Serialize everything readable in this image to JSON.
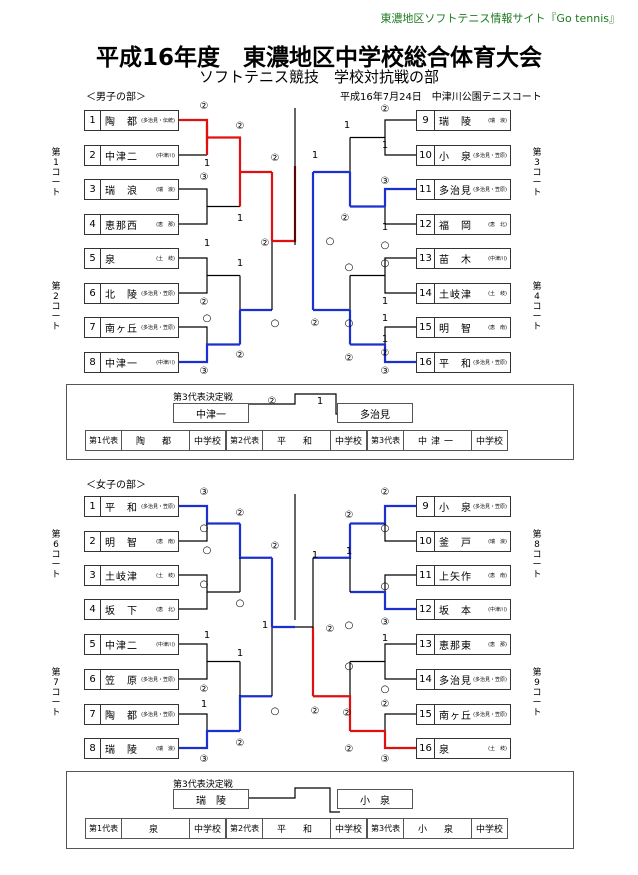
{
  "site_label": "東濃地区ソフトテニス情報サイト『Go tennis』",
  "title": "平成16年度　東濃地区中学校総合体育大会",
  "subtitle": "ソフトテニス競技　学校対抗戦の部",
  "date_venue": "平成16年7月24日　中津川公園テニスコート",
  "colors": {
    "winner_red": "#e01010",
    "winner_blue": "#1a30d0",
    "line": "#000000",
    "site_green": "#1f7a1f"
  },
  "boys": {
    "label": "＜男子の部＞",
    "courts": [
      {
        "text": "第\n1\nコ\nー\nト"
      },
      {
        "text": "第\n2\nコ\nー\nト"
      },
      {
        "text": "第\n3\nコ\nー\nト"
      },
      {
        "text": "第\n4\nコ\nー\nト"
      }
    ],
    "left": [
      {
        "seed": "1",
        "name": "陶　都",
        "sub": "(多治見・伝統)"
      },
      {
        "seed": "2",
        "name": "中津二",
        "sub": "(中津川)"
      },
      {
        "seed": "3",
        "name": "瑞　浪",
        "sub": "(瑞　浪)"
      },
      {
        "seed": "4",
        "name": "恵那西",
        "sub": "(恵　那)"
      },
      {
        "seed": "5",
        "name": "泉",
        "sub": "(土　岐)"
      },
      {
        "seed": "6",
        "name": "北　陵",
        "sub": "(多治見・笠原)"
      },
      {
        "seed": "7",
        "name": "南ヶ丘",
        "sub": "(多治見・笠原)"
      },
      {
        "seed": "8",
        "name": "中津一",
        "sub": "(中津川)"
      }
    ],
    "right": [
      {
        "seed": "9",
        "name": "瑞　陵",
        "sub": "(瑞　浪)"
      },
      {
        "seed": "10",
        "name": "小　泉",
        "sub": "(多治見・笠原)"
      },
      {
        "seed": "11",
        "name": "多治見",
        "sub": "(多治見・笠原)"
      },
      {
        "seed": "12",
        "name": "福　岡",
        "sub": "(恵　北)"
      },
      {
        "seed": "13",
        "name": "苗　木",
        "sub": "(中津川)"
      },
      {
        "seed": "14",
        "name": "土岐津",
        "sub": "(土　岐)"
      },
      {
        "seed": "15",
        "name": "明　智",
        "sub": "(恵　南)"
      },
      {
        "seed": "16",
        "name": "平　和",
        "sub": "(多治見・笠原)"
      }
    ],
    "scores": [
      "②",
      "②",
      "②",
      "1",
      "③",
      "1",
      "1",
      "1",
      "②",
      "○",
      "②",
      "○",
      "○",
      "②",
      "③",
      "○",
      "1",
      "1",
      "②",
      "③",
      "②",
      "1",
      "○",
      "○",
      "○",
      "1",
      "1",
      "○",
      "②",
      "1",
      "②",
      "②",
      "③"
    ],
    "third": {
      "title": "第3代表決定戦",
      "a": "中津一",
      "b": "多治見",
      "sa": "②",
      "sb": "1"
    },
    "reps": [
      {
        "k": "第1代表",
        "n": "陶　都",
        "s": "中学校"
      },
      {
        "k": "第2代表",
        "n": "平　和",
        "s": "中学校"
      },
      {
        "k": "第3代表",
        "n": "中津一",
        "s": "中学校"
      }
    ]
  },
  "girls": {
    "label": "＜女子の部＞",
    "courts": [
      {
        "text": "第\n6\nコ\nー\nト"
      },
      {
        "text": "第\n7\nコ\nー\nト"
      },
      {
        "text": "第\n8\nコ\nー\nト"
      },
      {
        "text": "第\n9\nコ\nー\nト"
      }
    ],
    "left": [
      {
        "seed": "1",
        "name": "平　和",
        "sub": "(多治見・笠原)"
      },
      {
        "seed": "2",
        "name": "明　智",
        "sub": "(恵　南)"
      },
      {
        "seed": "3",
        "name": "土岐津",
        "sub": "(土　岐)"
      },
      {
        "seed": "4",
        "name": "坂　下",
        "sub": "(恵　北)"
      },
      {
        "seed": "5",
        "name": "中津二",
        "sub": "(中津川)"
      },
      {
        "seed": "6",
        "name": "笠　原",
        "sub": "(多治見・笠原)"
      },
      {
        "seed": "7",
        "name": "陶　都",
        "sub": "(多治見・笠原)"
      },
      {
        "seed": "8",
        "name": "瑞　陵",
        "sub": "(瑞　浪)"
      }
    ],
    "right": [
      {
        "seed": "9",
        "name": "小　泉",
        "sub": "(多治見・笠原)"
      },
      {
        "seed": "10",
        "name": "釜　戸",
        "sub": "(瑞　浪)"
      },
      {
        "seed": "11",
        "name": "上矢作",
        "sub": "(恵　南)"
      },
      {
        "seed": "12",
        "name": "坂　本",
        "sub": "(中津川)"
      },
      {
        "seed": "13",
        "name": "恵那東",
        "sub": "(恵　那)"
      },
      {
        "seed": "14",
        "name": "多治見",
        "sub": "(多治見・笠原)"
      },
      {
        "seed": "15",
        "name": "南ヶ丘",
        "sub": "(多治見・笠原)"
      },
      {
        "seed": "16",
        "name": "泉",
        "sub": "(土　岐)"
      }
    ],
    "third": {
      "title": "第3代表決定戦",
      "a": "瑞　陵",
      "b": "小　泉"
    },
    "reps": [
      {
        "k": "第1代表",
        "n": "泉",
        "s": "中学校"
      },
      {
        "k": "第2代表",
        "n": "平　和",
        "s": "中学校"
      },
      {
        "k": "第3代表",
        "n": "小　泉",
        "s": "中学校"
      }
    ]
  }
}
